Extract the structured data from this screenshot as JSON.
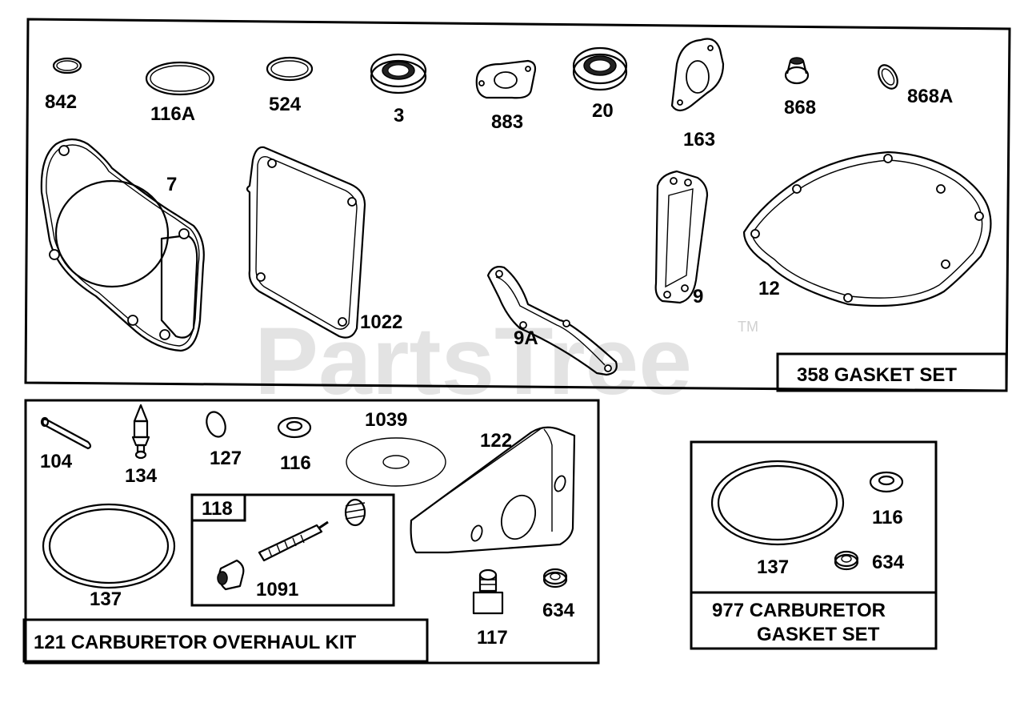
{
  "watermark": {
    "brand": "PartsTree",
    "tm": "TM"
  },
  "gasket_set": {
    "title": "358 GASKET SET",
    "labels": {
      "p842": "842",
      "p116a": "116A",
      "p524": "524",
      "p3": "3",
      "p883": "883",
      "p20": "20",
      "p163": "163",
      "p868": "868",
      "p868a": "868A",
      "p7": "7",
      "p1022": "1022",
      "p9": "9",
      "p12": "12",
      "p9a": "9A"
    }
  },
  "overhaul_kit": {
    "title": "121 CARBURETOR OVERHAUL KIT",
    "sub_box_label": "118",
    "labels": {
      "p104": "104",
      "p134": "134",
      "p127": "127",
      "p116": "116",
      "p1039": "1039",
      "p122": "122",
      "p137": "137",
      "p1091": "1091",
      "p117": "117",
      "p634": "634"
    }
  },
  "carb_gasket_set": {
    "title_line1": "977 CARBURETOR",
    "title_line2": "GASKET SET",
    "labels": {
      "p116": "116",
      "p137": "137",
      "p634": "634"
    }
  }
}
